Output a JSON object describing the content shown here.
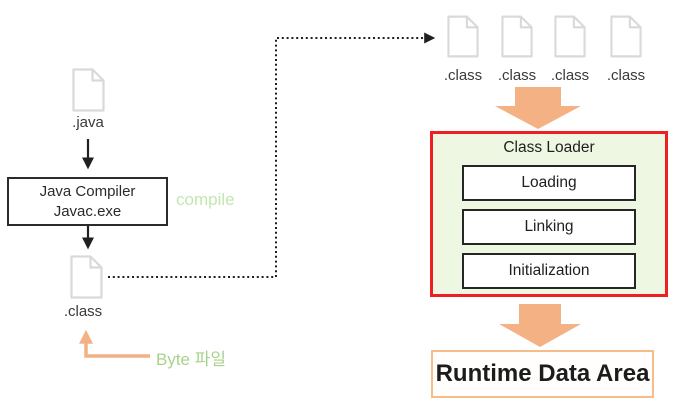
{
  "colors": {
    "accent_orange": "#f4b183",
    "runtime_border_orange": "#f5bd8c",
    "red_border": "#ee1e22",
    "light_green_bg": "#edf7e2",
    "green_label": "#a9d18e",
    "compile_label_green": "#c3e6b0",
    "file_icon_gray": "#d9d9d9",
    "arrow_black": "#1f1f1f"
  },
  "source_flow": {
    "java_file_label": ".java",
    "compiler_line1": "Java Compiler",
    "compiler_line2": "Javac.exe",
    "compile_label": "compile",
    "class_file_label": ".class",
    "byte_file_label": "Byte 파일"
  },
  "loaded_class_files": [
    ".class",
    ".class",
    ".class",
    ".class"
  ],
  "class_loader": {
    "title": "Class Loader",
    "stages": [
      "Loading",
      "Linking",
      "Initialization"
    ]
  },
  "runtime_area_label": "Runtime Data Area"
}
